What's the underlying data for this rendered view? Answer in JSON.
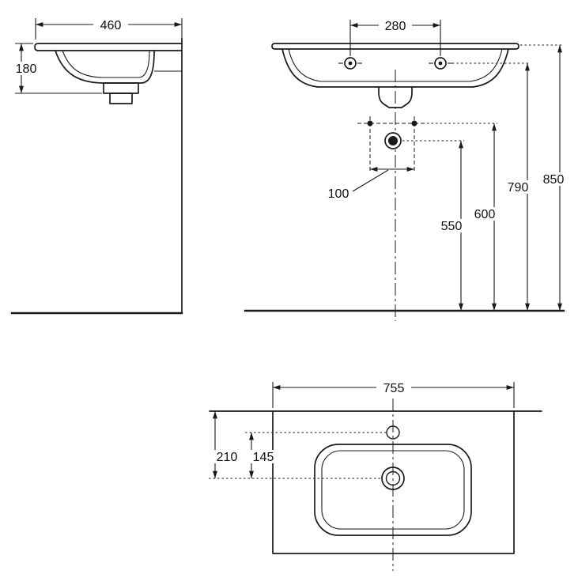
{
  "drawing": {
    "kind": "washbasin installation dimension drawing"
  },
  "colors": {
    "line": "#1a1a1a",
    "background": "#ffffff"
  },
  "side_view": {
    "depth": "460",
    "basin_height": "180"
  },
  "front_view": {
    "tap_hole_spacing": "280",
    "fixing_hole_spacing": "100",
    "trap_outlet_height": "550",
    "fixing_height": "600",
    "tap_deck_height": "790",
    "overall_height": "850"
  },
  "plan_view": {
    "width": "755",
    "back_edge_to_drain": "210",
    "tap_to_drain": "145"
  }
}
